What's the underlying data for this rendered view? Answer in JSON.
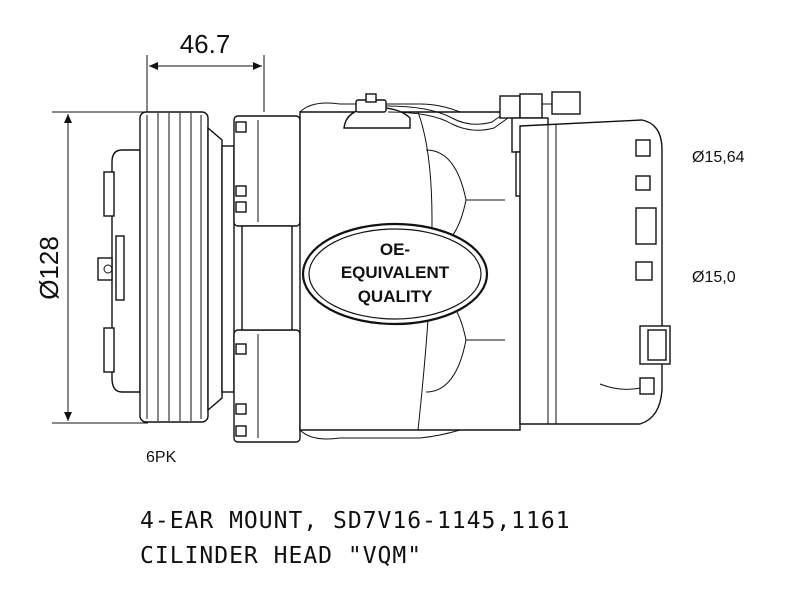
{
  "dimensions": {
    "width": "46.7",
    "diameter_pulley": "Ø128",
    "port_top": "Ø15,64",
    "port_bottom": "Ø15,0"
  },
  "pulley": {
    "label": "6PK"
  },
  "badge": {
    "line1": "OE-",
    "line2": "EQUIVALENT",
    "line3": "QUALITY"
  },
  "notes": {
    "line1": "4-EAR MOUNT, SD7V16-1145,1161",
    "line2": "CILINDER HEAD \"VQM\""
  }
}
